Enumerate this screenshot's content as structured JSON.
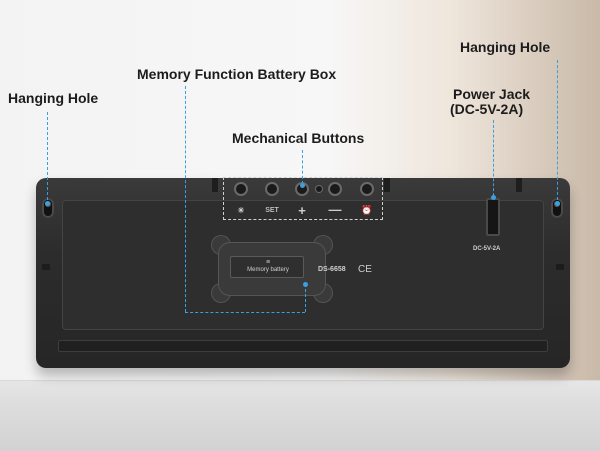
{
  "labels": {
    "hanging_hole_left": "Hanging Hole",
    "hanging_hole_right": "Hanging Hole",
    "memory_battery_box": "Memory Function Battery Box",
    "mechanical_buttons": "Mechanical Buttons",
    "power_jack_line1": "Power Jack",
    "power_jack_line2": "(DC-5V-2A)"
  },
  "device": {
    "button_labels": [
      "SET"
    ],
    "button_symbols": [
      "☀",
      "+",
      "—",
      "⏰"
    ],
    "battery_label": "Memory battery",
    "battery_symbol": "≡",
    "model": "DS-6658",
    "cert": "CE",
    "jack_label": "DC-5V-2A"
  },
  "colors": {
    "callout_line": "#3aa0e0",
    "device_body": "#2c2c2c",
    "label_text": "#1c1c1c"
  }
}
